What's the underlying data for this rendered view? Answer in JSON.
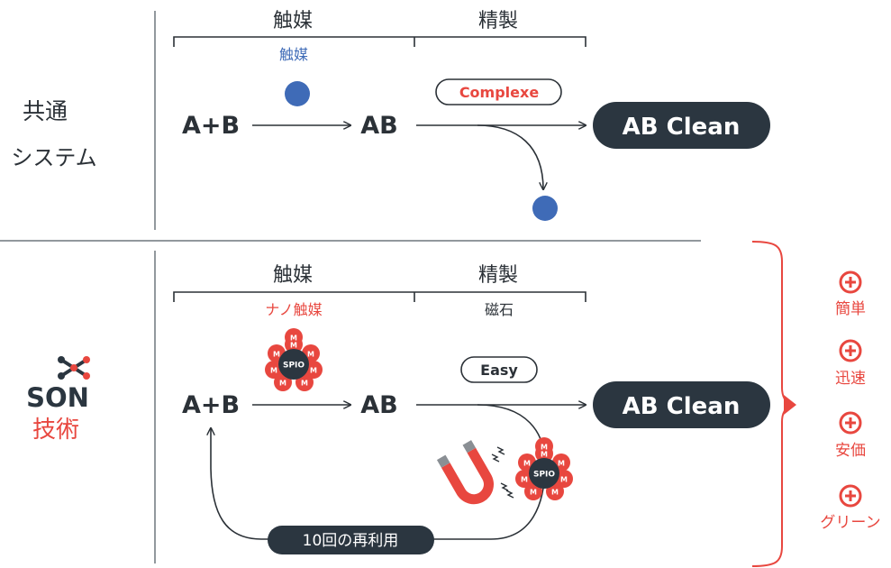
{
  "colors": {
    "dark": "#2b3640",
    "text": "#2b3137",
    "red": "#e8473f",
    "blue": "#3f6bb7",
    "gray_line": "#6f777d"
  },
  "top_row": {
    "label_line1": "共通",
    "label_line2": "システム",
    "header_catalyst": "触媒",
    "header_purify": "精製",
    "sub_catalyst": "触媒",
    "reactant": "A+B",
    "product": "AB",
    "complex_tag": "Complexe",
    "result": "AB Clean"
  },
  "bottom_row": {
    "label_logo": "SON",
    "label_tech": "技術",
    "logo_icon": "molecule-x-icon",
    "header_catalyst": "触媒",
    "header_purify": "精製",
    "sub_catalyst": "ナノ触媒",
    "sub_purify": "磁石",
    "reactant": "A+B",
    "product": "AB",
    "easy_tag": "Easy",
    "result": "AB Clean",
    "spio_label": "SPIO",
    "m_label": "M",
    "magnet_icon": "magnet-icon",
    "reuse_label": "10回の再利用"
  },
  "benefits": [
    {
      "icon": "plus-circle-icon",
      "label": "簡単"
    },
    {
      "icon": "plus-circle-icon",
      "label": "迅速"
    },
    {
      "icon": "plus-circle-icon",
      "label": "安価"
    },
    {
      "icon": "plus-circle-icon",
      "label": "グリーン"
    }
  ]
}
